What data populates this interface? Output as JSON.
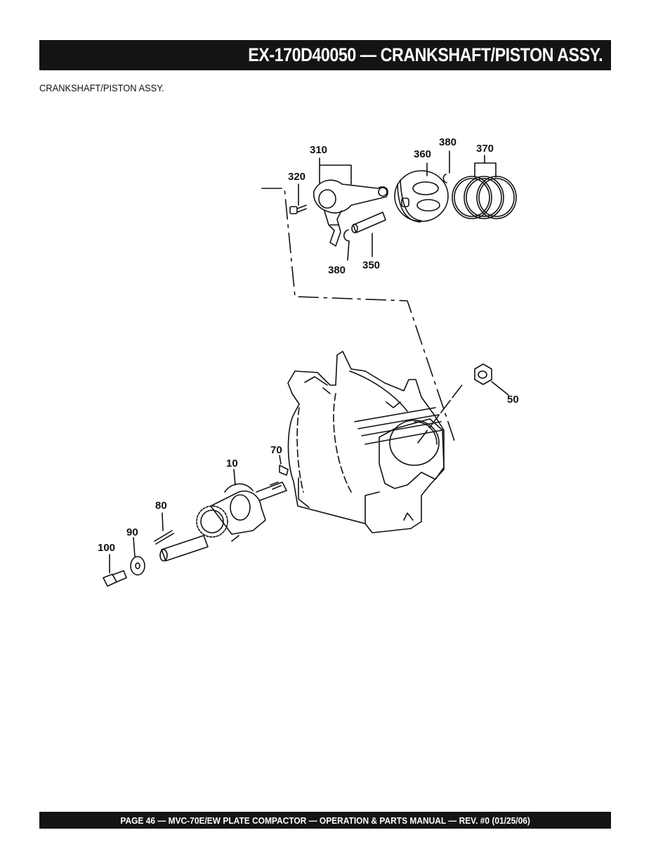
{
  "header": {
    "title": "EX-170D40050 — CRANKSHAFT/PISTON ASSY."
  },
  "subtitle": "CRANKSHAFT/PISTON ASSY.",
  "callouts": {
    "c310": "310",
    "c320": "320",
    "c360": "360",
    "c380a": "380",
    "c370": "370",
    "c380b": "380",
    "c350": "350",
    "c50": "50",
    "c70": "70",
    "c10": "10",
    "c80": "80",
    "c90": "90",
    "c100": "100"
  },
  "footer": {
    "text": "PAGE 46 — MVC-70E/EW PLATE COMPACTOR — OPERATION & PARTS MANUAL — REV. #0 (01/25/06)"
  }
}
